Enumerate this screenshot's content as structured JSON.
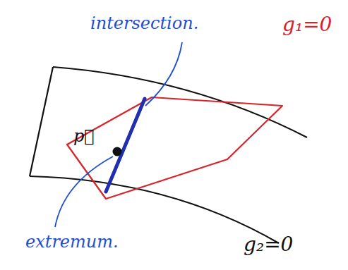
{
  "diagram": {
    "labels": [
      "intersection.",
      "g₁=0",
      "p⃗",
      "extremum.",
      "g₂=0"
    ]
  }
}
